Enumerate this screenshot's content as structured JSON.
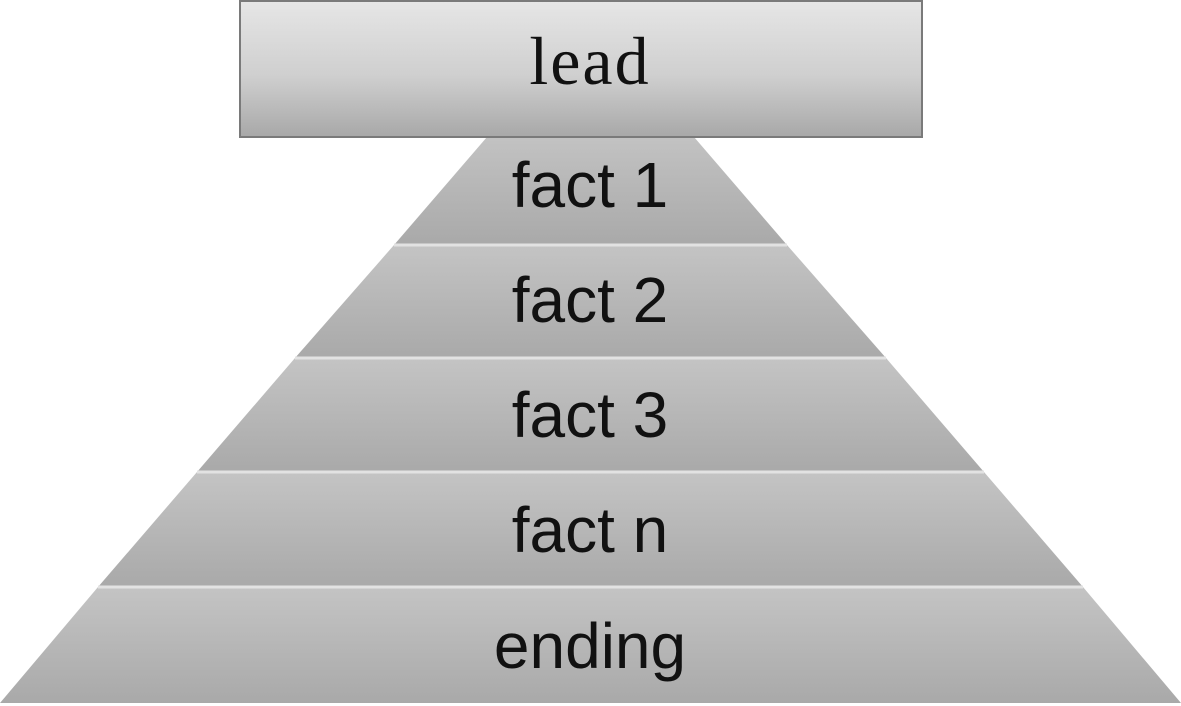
{
  "diagram": {
    "lead": {
      "label": "lead"
    },
    "layers": [
      {
        "label": "fact 1"
      },
      {
        "label": "fact 2"
      },
      {
        "label": "fact 3"
      },
      {
        "label": "fact n"
      },
      {
        "label": "ending"
      }
    ]
  },
  "colors": {
    "layer_fill_top": "#c4c4c4",
    "layer_fill_bottom": "#a9a9a9",
    "layer_separator": "#e2e2e2",
    "lead_fill_top": "#e6e6e6",
    "lead_fill_bottom": "#a8a8a8",
    "lead_border": "#7a7a7a",
    "text": "#111111"
  }
}
